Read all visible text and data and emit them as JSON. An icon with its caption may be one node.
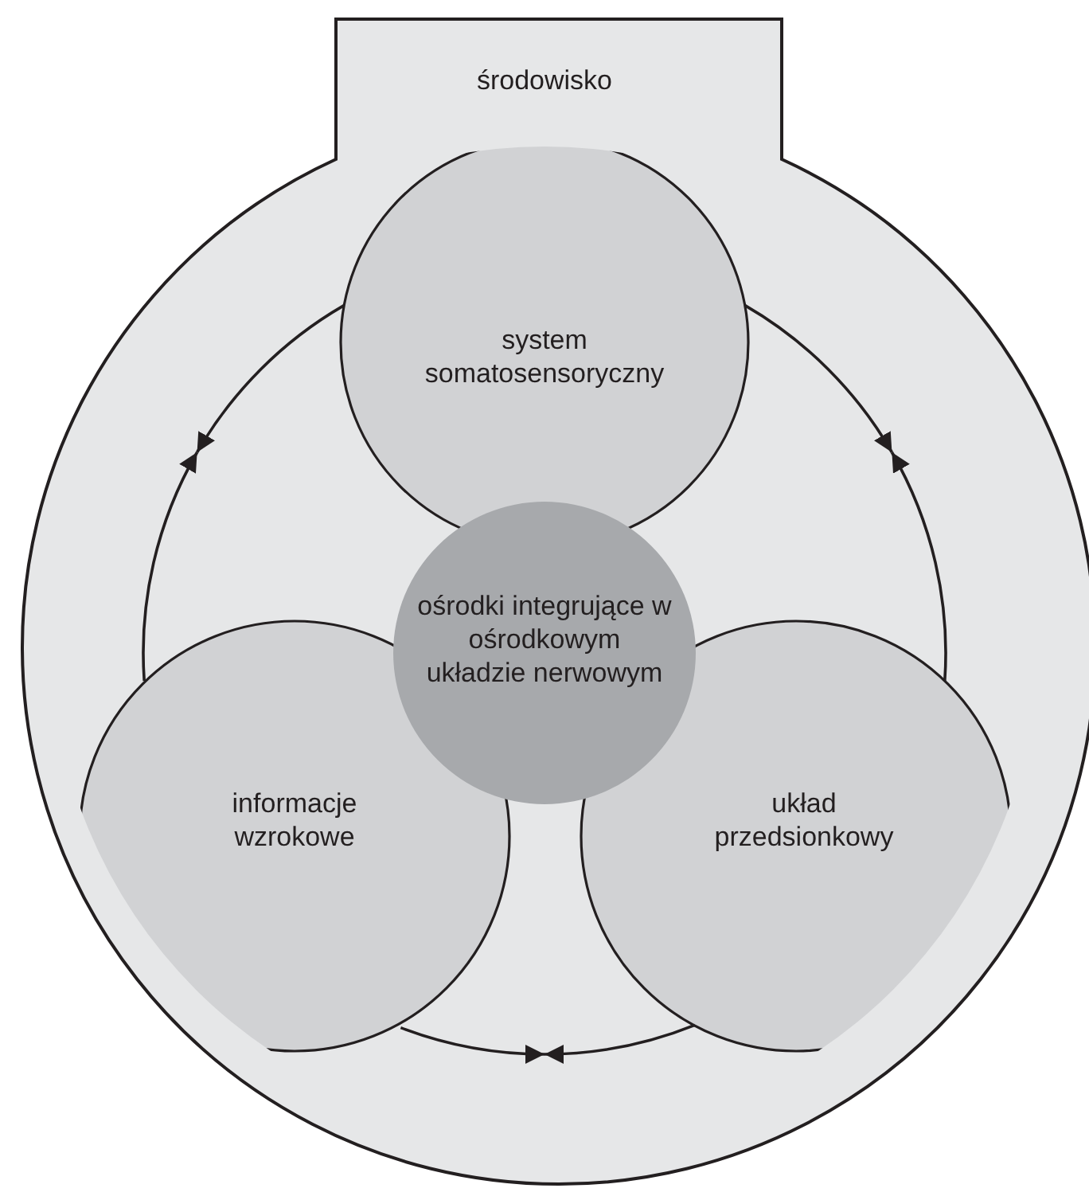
{
  "diagram": {
    "nodes": [
      {
        "text": [
          "środowisko"
        ]
      },
      {
        "text": [
          "system somatosensoryczny"
        ],
        "in": 0
      },
      {
        "text": [
          "ośrodki integrujące w ośrodkowym układzie nerwowym"
        ],
        "in": 0
      },
      {
        "text": [
          "informacje wzrokowe"
        ],
        "in": 0
      },
      {
        "text": [
          "układ przedsionkowy"
        ],
        "in": 0
      }
    ],
    "edges": [
      {
        "from": 1,
        "to": null,
        "arrow": "to"
      },
      {
        "from": 3,
        "to": null,
        "arrow": "to"
      },
      {
        "from": 3,
        "to": null,
        "arrow": "to"
      },
      {
        "from": 4,
        "to": null,
        "arrow": "to"
      },
      {
        "from": 4,
        "to": null,
        "arrow": "to"
      },
      {
        "from": 1,
        "to": null,
        "arrow": "to"
      }
    ]
  }
}
